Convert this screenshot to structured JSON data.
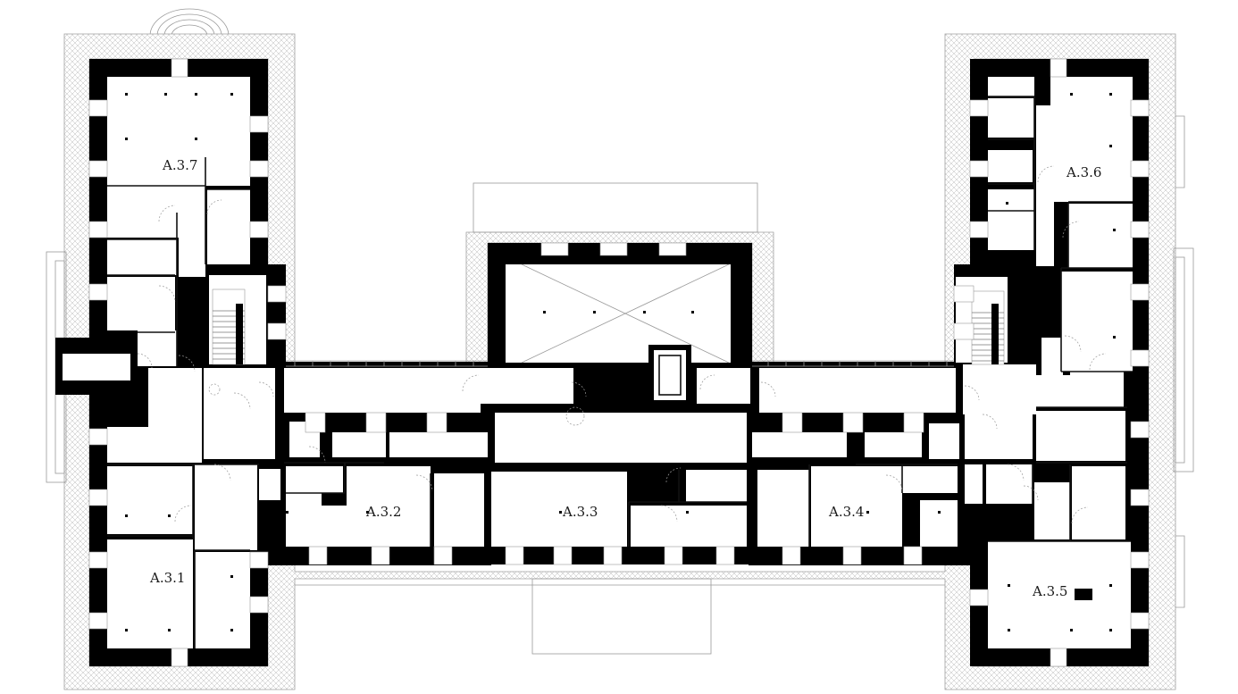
{
  "room_labels": [
    {
      "id": "A31",
      "text": "A.3.1"
    },
    {
      "id": "A32",
      "text": "A.3.2"
    },
    {
      "id": "A33",
      "text": "A.3.3"
    },
    {
      "id": "A34",
      "text": "A.3.4"
    },
    {
      "id": "A35",
      "text": "A.3.5"
    },
    {
      "id": "A36",
      "text": "A.3.6"
    },
    {
      "id": "A37",
      "text": "A.3.7"
    }
  ],
  "colors": {
    "wall": "#000000",
    "background": "#ffffff",
    "hatch_line": "#b5b5b5",
    "label": "#1a1a1a"
  }
}
